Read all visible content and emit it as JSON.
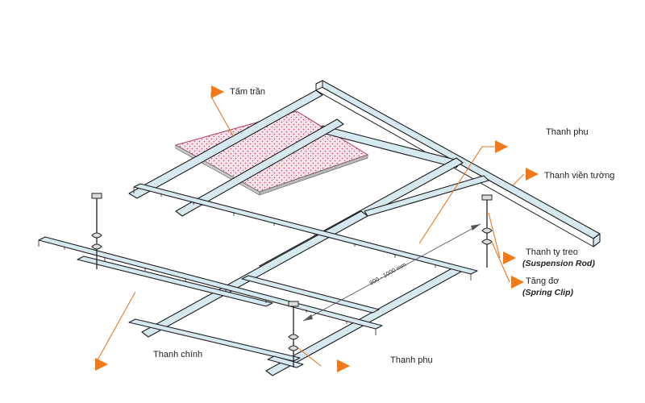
{
  "labels": {
    "tile": "Tấm trần",
    "cross_tee_top": "Thanh phụ",
    "wall_angle": "Thanh viền tường",
    "rod": "Thanh ty treo",
    "rod_en": "(Suspension Rod)",
    "clip": "Tăng đơ",
    "clip_en": "(Spring Clip)",
    "main_tee": "Thanh chính",
    "cross_tee_bottom": "Thanh phụ",
    "dimension": "800 - 1000 mm"
  },
  "colors": {
    "rail_fill": "#d6e8f0",
    "tile_fill": "#f7e4ea",
    "tile_dot": "#d0406a",
    "arrow": "#f07a1a"
  },
  "icons": {
    "pointer": "orange-triangle-arrow"
  }
}
